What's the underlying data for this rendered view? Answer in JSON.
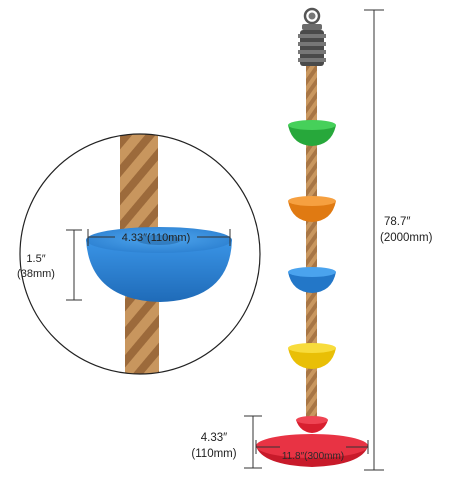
{
  "colors": {
    "rope": "#b98a57",
    "rope_dark": "#8f6438",
    "green": "#35c24a",
    "orange": "#f28a1d",
    "blue": "#2f8fe0",
    "yellow": "#f5cf14",
    "red": "#e32a3a",
    "line": "#333333"
  },
  "dimensions": {
    "total_length_value": "78.7″",
    "total_length_mm": "(2000mm)",
    "base_height_value": "4.33″",
    "base_height_mm": "(110mm)",
    "base_diameter": "11.8″(300mm)",
    "seat_diameter": "4.33″(110mm)",
    "seat_height_value": "1.5″",
    "seat_height_mm": "(38mm)"
  }
}
